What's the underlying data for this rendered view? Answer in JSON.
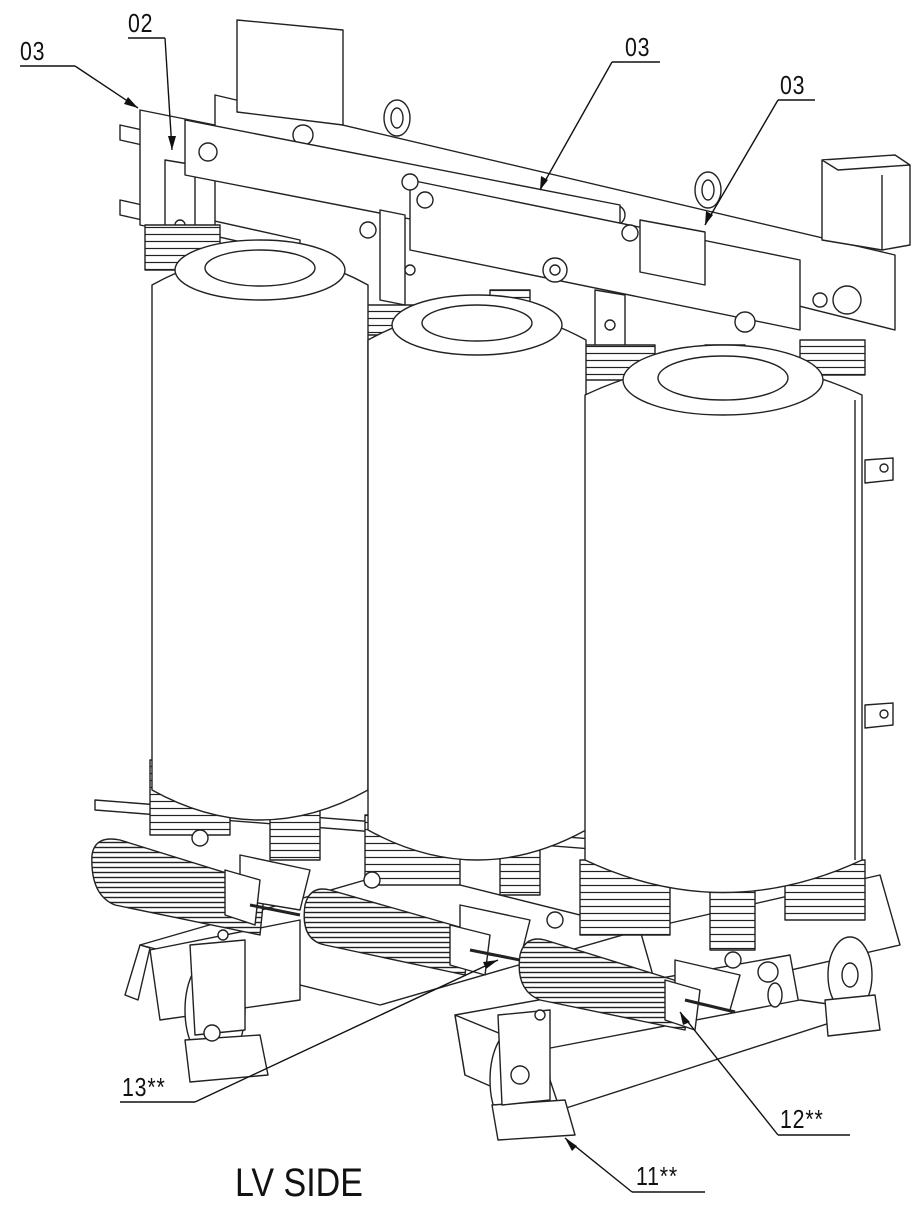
{
  "callouts": {
    "c03_left": "03",
    "c02": "02",
    "c03_mid": "03",
    "c03_right": "03",
    "c13": "13**",
    "c12": "12**",
    "c11": "11**"
  },
  "side_label": "LV SIDE"
}
